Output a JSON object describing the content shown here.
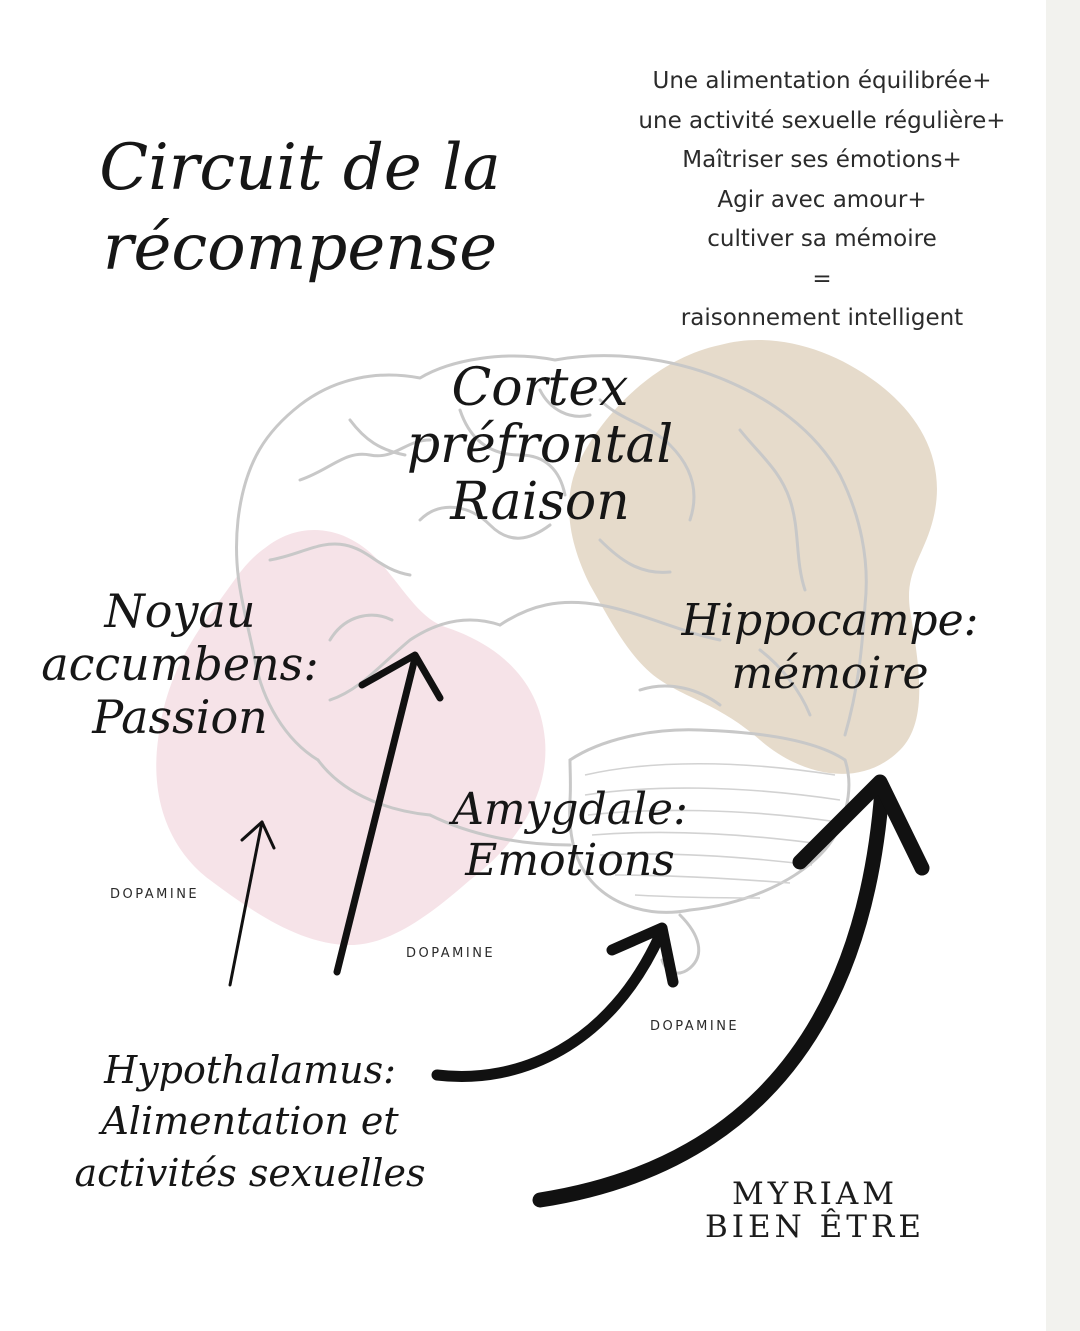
{
  "title": {
    "line1": "Circuit de la",
    "line2": "récompense"
  },
  "formula": {
    "lines": [
      "Une alimentation équilibrée+",
      "une activité sexuelle régulière+",
      "Maîtriser ses émotions+",
      "Agir avec amour+",
      "cultiver sa mémoire",
      "=",
      "raisonnement intelligent"
    ]
  },
  "regions": {
    "cortex": {
      "line1": "Cortex",
      "line2": "préfrontal",
      "line3": "Raison"
    },
    "noyau": {
      "line1": "Noyau",
      "line2": "accumbens:",
      "line3": "Passion"
    },
    "hippocampe": {
      "line1": "Hippocampe:",
      "line2": "mémoire"
    },
    "amygdale": {
      "line1": "Amygdale:",
      "line2": "Emotions"
    },
    "hypothalamus": {
      "line1": "Hypothalamus:",
      "line2": "Alimentation et",
      "line3": "activités sexuelles"
    }
  },
  "arrow_labels": {
    "dopamine_1": "DOPAMINE",
    "dopamine_2": "DOPAMINE",
    "dopamine_3": "DOPAMINE"
  },
  "brand": {
    "line1": "MYRIAM",
    "line2": "BIEN ÊTRE"
  },
  "colors": {
    "pink_blob": "#f6e3e8",
    "beige_blob": "#e6dbcb",
    "brain_outline": "#c8c8c8",
    "ink": "#111111"
  },
  "icons": {
    "brain": "brain-illustration-icon",
    "arrows": "arrow-icon"
  }
}
